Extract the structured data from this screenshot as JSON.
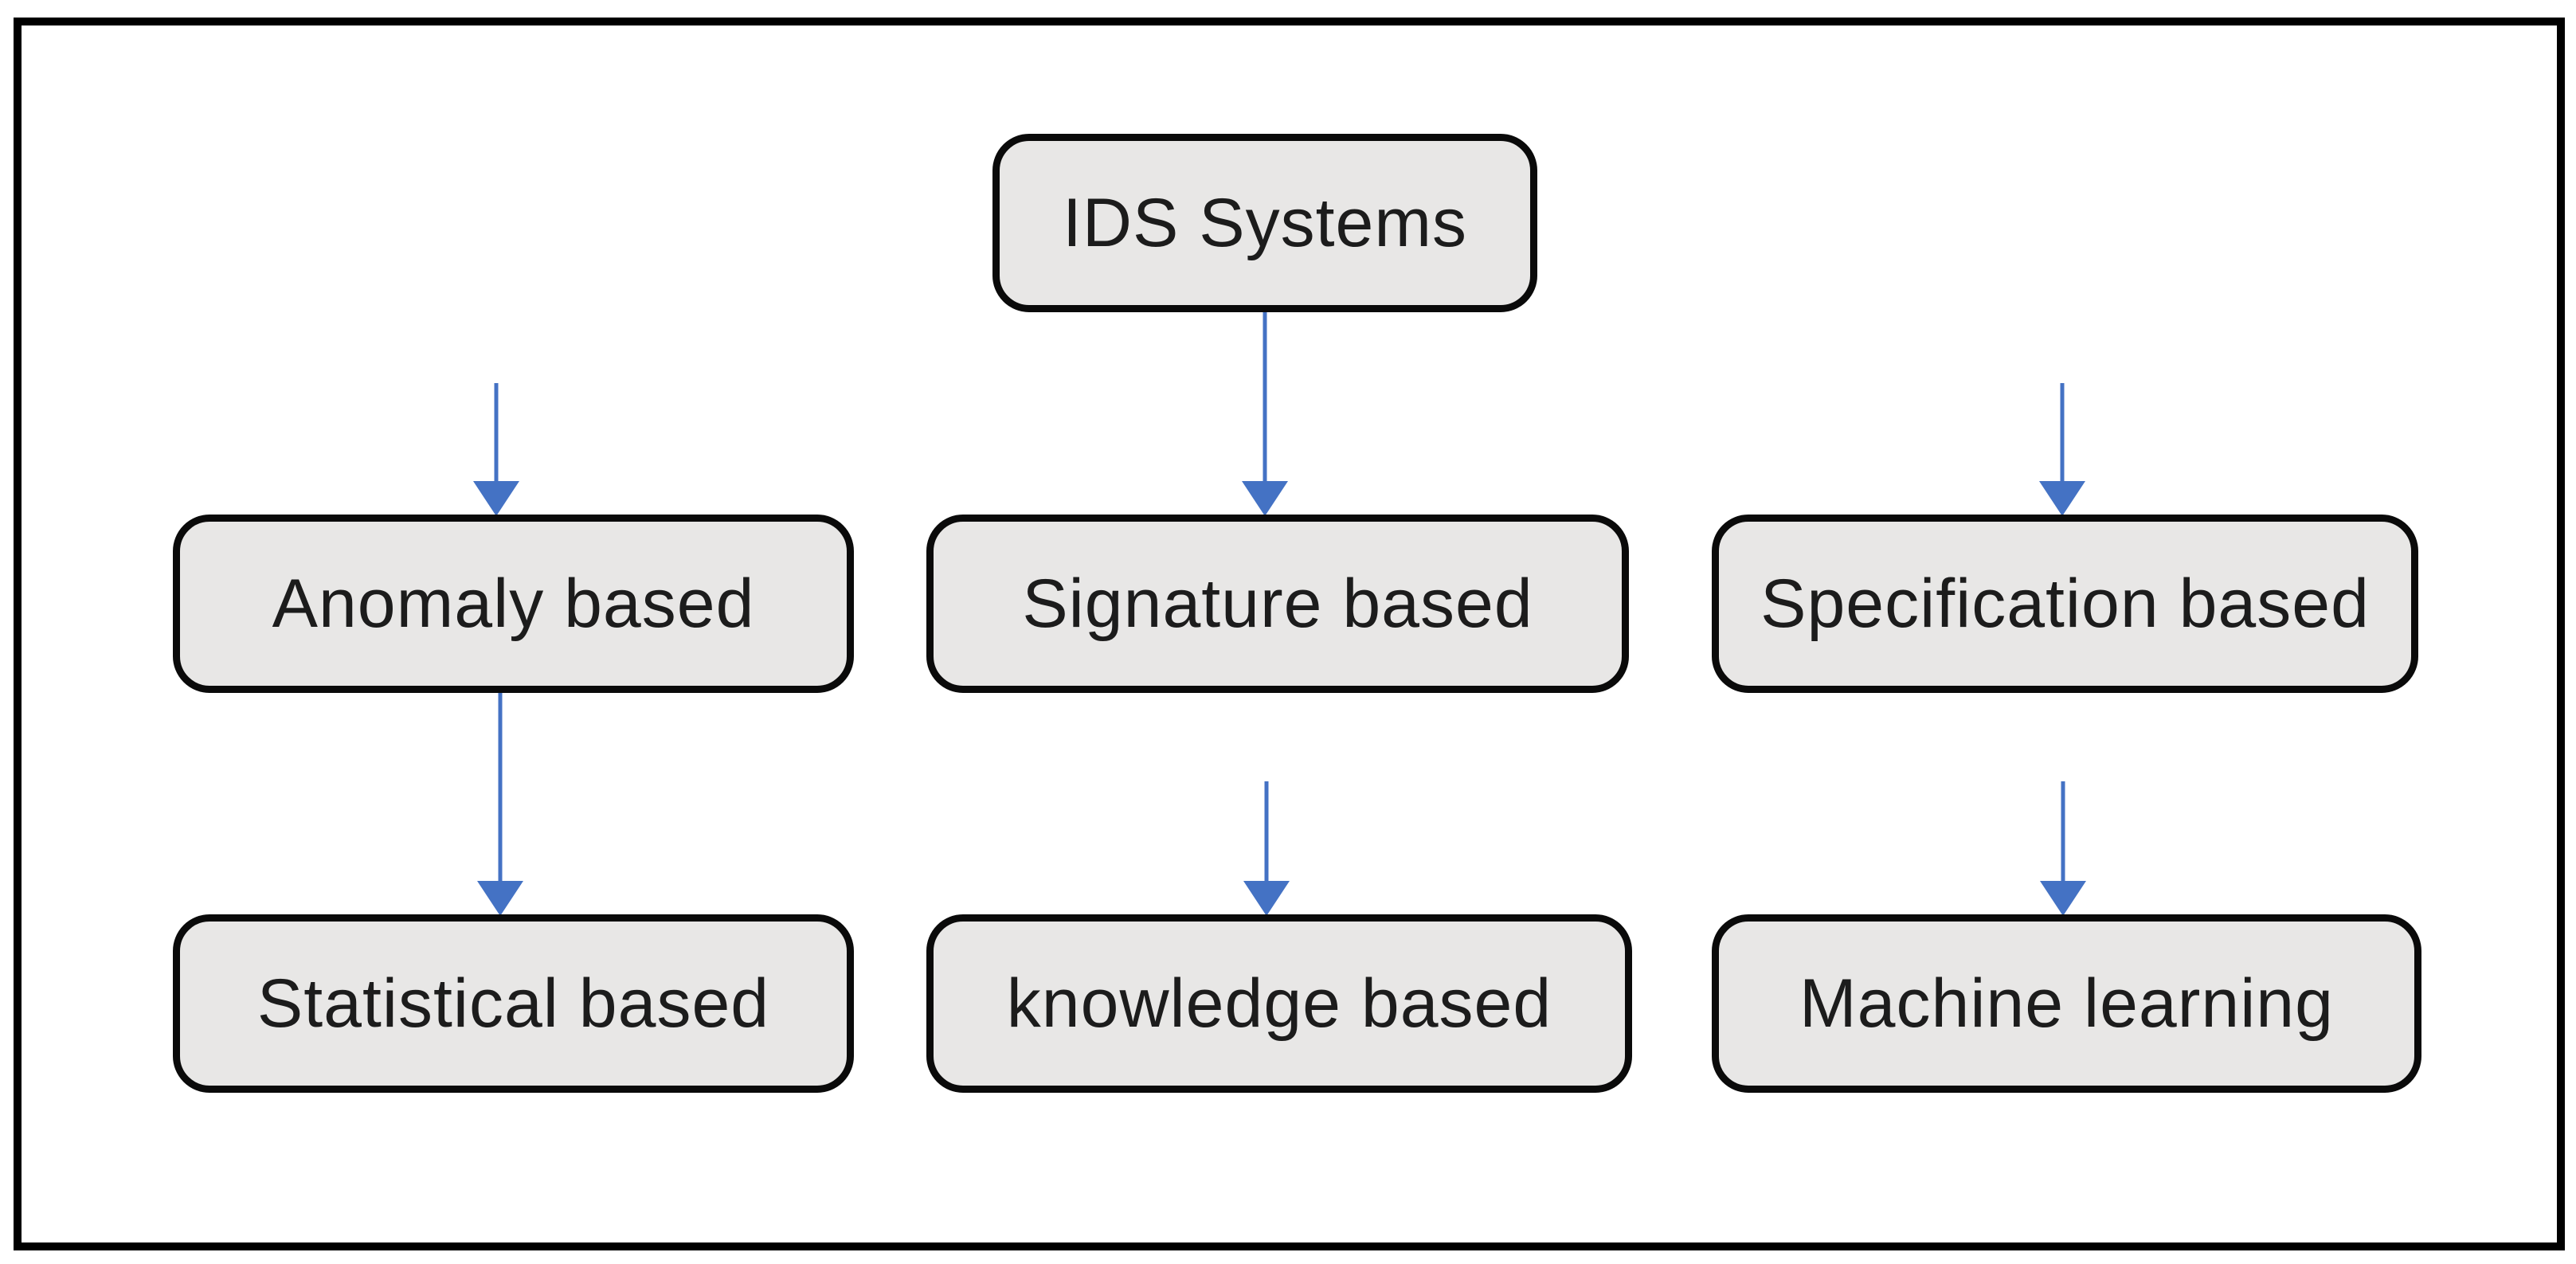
{
  "page": {
    "background_color": "#ffffff",
    "frame_border_color": "#000000"
  },
  "diagram": {
    "type": "hierarchy-flowchart",
    "colors": {
      "box_fill": "#e8e7e6",
      "box_border": "#0a0a0a",
      "connector_blue": "#4472c4",
      "connector_light_blue": "#a9bfe6",
      "text": "#1c1c1c"
    },
    "nodes": {
      "root": {
        "label": "IDS Systems"
      },
      "level1": [
        {
          "label": "Anomaly based"
        },
        {
          "label": "Signature based"
        },
        {
          "label": "Specification based"
        }
      ],
      "level2": [
        {
          "label": "Statistical based"
        },
        {
          "label": "knowledge based"
        },
        {
          "label": "Machine learning"
        }
      ]
    },
    "edges": [
      {
        "from": "IDS Systems",
        "to": "Anomaly based"
      },
      {
        "from": "IDS Systems",
        "to": "Signature based"
      },
      {
        "from": "IDS Systems",
        "to": "Specification based"
      },
      {
        "from": "Anomaly based",
        "to": "Statistical based"
      },
      {
        "from": "Anomaly based",
        "to": "knowledge based"
      },
      {
        "from": "Anomaly based",
        "to": "Machine learning"
      }
    ]
  }
}
